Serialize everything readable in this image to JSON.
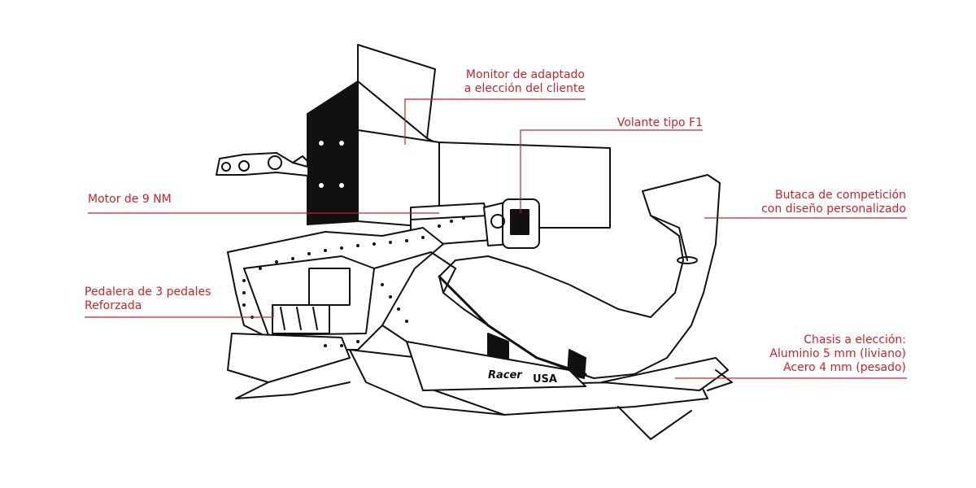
{
  "callouts": {
    "monitor": {
      "lines": [
        "Monitor de adaptado",
        "a elección del cliente"
      ]
    },
    "volante": {
      "lines": [
        "Volante tipo F1"
      ]
    },
    "butaca": {
      "lines": [
        "Butaca de competición",
        "con diseño personalizado"
      ]
    },
    "motor": {
      "lines": [
        "Motor de 9 NM"
      ]
    },
    "pedalera": {
      "lines": [
        "Pedalera de 3 pedales",
        "Reforzada"
      ]
    },
    "chasis": {
      "lines": [
        "Chasis a elección:",
        "Aluminio 5 mm (liviano)",
        "Acero 4 mm (pesado)"
      ]
    }
  },
  "branding": {
    "logo_text": "Racer",
    "country_text": "USA"
  },
  "colors": {
    "callout": "#c8242b",
    "ink": "#111111",
    "paper": "#ffffff"
  }
}
